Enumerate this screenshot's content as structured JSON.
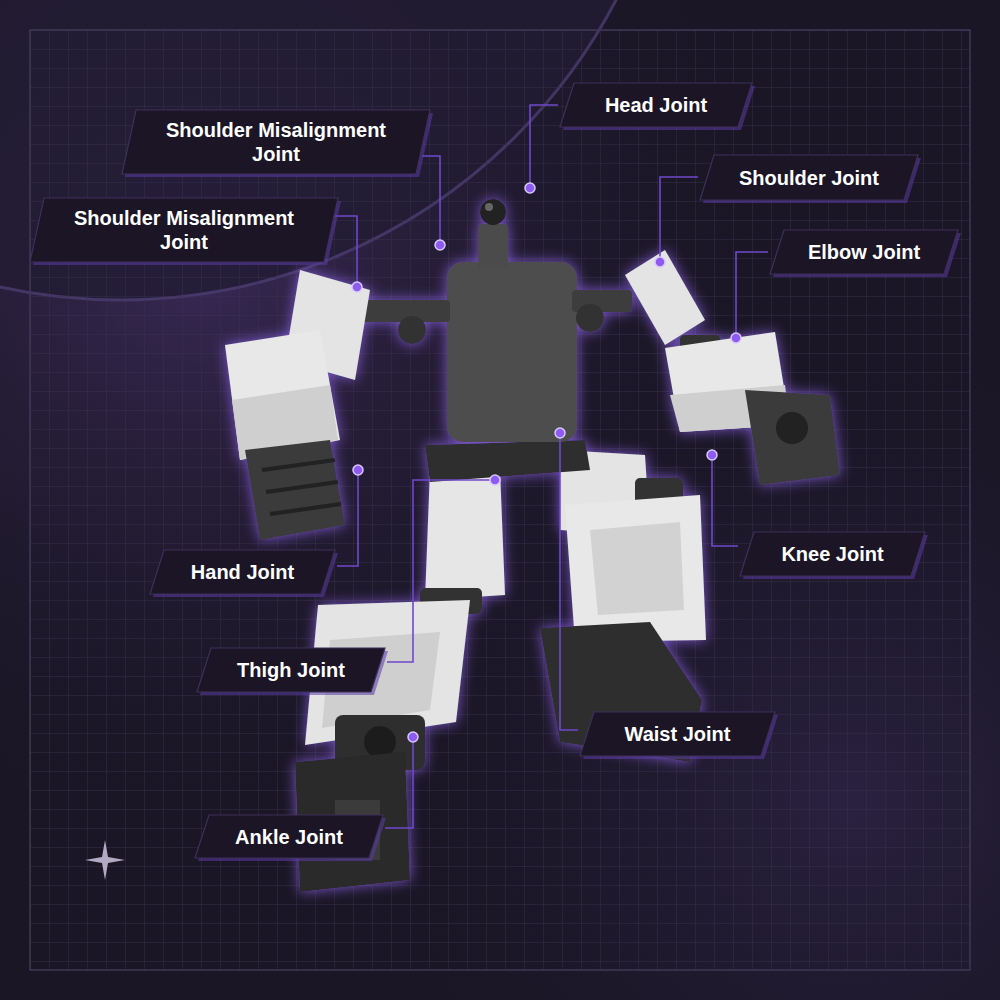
{
  "diagram": {
    "nodes": [
      {
        "text": [
          "Head Joint"
        ]
      },
      {
        "text": [
          "Shoulder Misalignment Joint"
        ]
      },
      {
        "text": [
          "Shoulder Joint"
        ]
      },
      {
        "text": [
          "Shoulder Misalignment Joint"
        ]
      },
      {
        "text": [
          "Elbow Joint"
        ]
      },
      {
        "text": [
          "Knee Joint"
        ]
      },
      {
        "text": [
          "Hand Joint"
        ]
      },
      {
        "text": [
          "Thigh Joint"
        ]
      },
      {
        "text": [
          "Waist Joint"
        ]
      },
      {
        "text": [
          "Ankle Joint"
        ]
      }
    ]
  }
}
